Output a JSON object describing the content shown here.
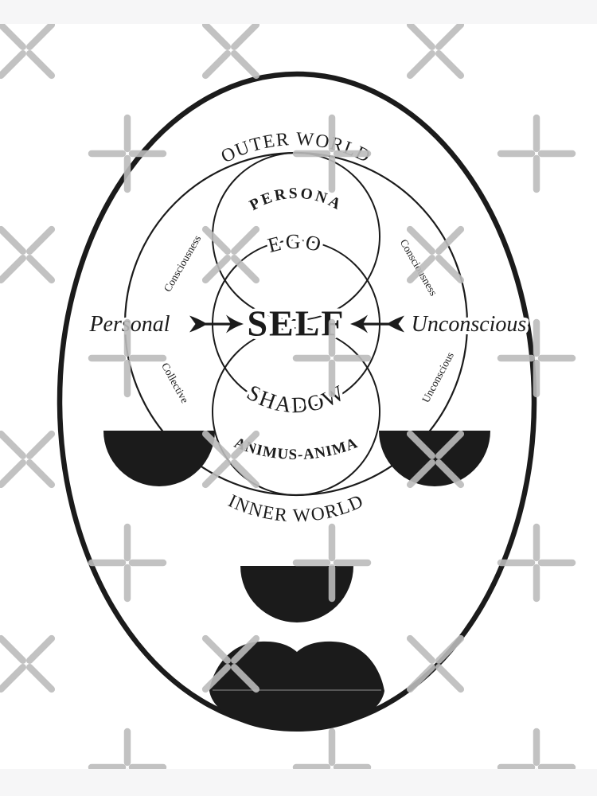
{
  "diagram": {
    "center_label": "SELF",
    "curved_labels": {
      "outer_world": "OUTER WORLD",
      "persona": "PERSONA",
      "ego": "EGO",
      "shadow": "SHADOW",
      "animus_anima": "ANIMUS-ANIMA",
      "inner_world": "INNER WORLD"
    },
    "side_labels": {
      "personal": "Personal",
      "unconscious": "Unconscious"
    },
    "ring_labels": {
      "consciousness_left": "Consciousness",
      "consciousness_right": "Consciousness",
      "collective": "Collective",
      "unconscious_lower": "Unconscious"
    },
    "colors": {
      "ink": "#1b1b1b",
      "paper": "#ffffff",
      "band": "#f6f6f7",
      "watermark": "#bcbcbc"
    }
  }
}
